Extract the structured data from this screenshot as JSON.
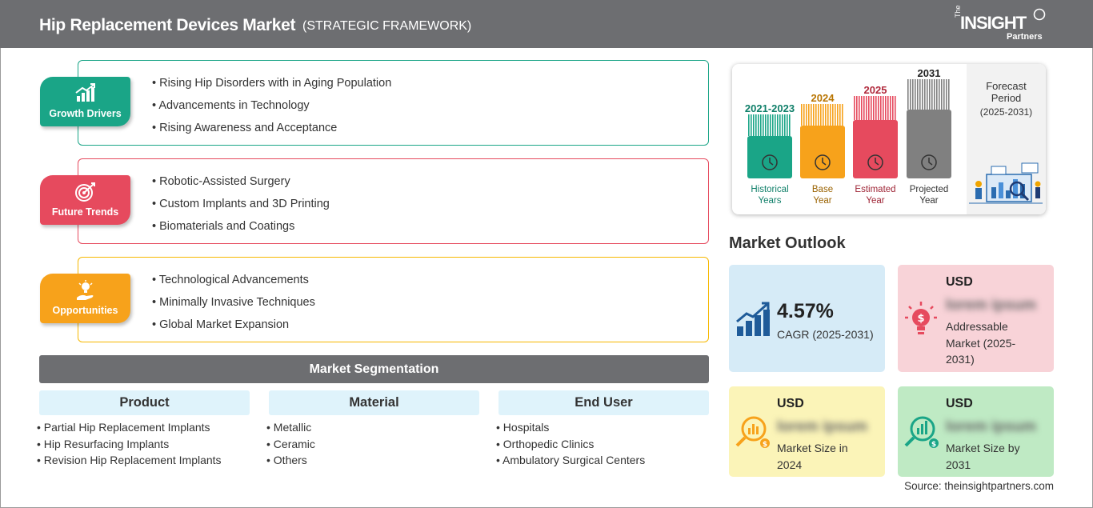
{
  "header": {
    "title": "Hip Replacement Devices Market",
    "subtitle": "(STRATEGIC FRAMEWORK)",
    "logo": {
      "the": "The",
      "insight": "INSIGHT",
      "partners": "Partners"
    }
  },
  "framework": [
    {
      "label": "Growth Drivers",
      "color": "#1aa587",
      "items": [
        "Rising Hip Disorders with in Aging Population",
        "Advancements in Technology",
        "Rising Awareness and Acceptance"
      ]
    },
    {
      "label": "Future Trends",
      "color": "#e64a5e",
      "items": [
        "Robotic-Assisted Surgery",
        "Custom Implants and 3D Printing",
        "Biomaterials and Coatings"
      ]
    },
    {
      "label": "Opportunities",
      "color": "#f7a21b",
      "items": [
        "Technological Advancements",
        "Minimally Invasive Techniques",
        "Global Market Expansion"
      ]
    }
  ],
  "segmentation": {
    "title": "Market Segmentation",
    "columns": [
      {
        "head": "Product",
        "items": [
          "Partial Hip Replacement Implants",
          "Hip Resurfacing Implants",
          "Revision Hip Replacement Implants"
        ]
      },
      {
        "head": "Material",
        "items": [
          "Metallic",
          "Ceramic",
          "Others"
        ]
      },
      {
        "head": "End User",
        "items": [
          "Hospitals",
          "Orthopedic Clinics",
          "Ambulatory Surgical Centers"
        ]
      }
    ]
  },
  "timeline": {
    "bars": [
      {
        "year": "2021-2023",
        "caption": [
          "Historical",
          "Years"
        ],
        "color": "#1aa587",
        "year_color": "#0f7f69",
        "caption_color": "#0f7f69",
        "icon": "history-icon"
      },
      {
        "year": "2024",
        "caption": [
          "Base",
          "Year"
        ],
        "color": "#f7a21b",
        "year_color": "#b87400",
        "caption_color": "#9a6200",
        "icon": "calendar-icon"
      },
      {
        "year": "2025",
        "caption": [
          "Estimated",
          "Year"
        ],
        "color": "#e64a5e",
        "year_color": "#b0283b",
        "caption_color": "#9e2435",
        "icon": "estimate-icon"
      },
      {
        "year": "2031",
        "caption": [
          "Projected",
          "Year"
        ],
        "color": "#808080",
        "year_color": "#222222",
        "caption_color": "#333333",
        "icon": "projection-icon"
      }
    ],
    "forecast": {
      "title": [
        "Forecast",
        "Period"
      ],
      "range": "(2025-2031)"
    }
  },
  "outlook": {
    "title": "Market Outlook",
    "cagr": {
      "value": "4.57%",
      "label": "CAGR (2025-2031)"
    },
    "addressable": {
      "usd": "USD",
      "value": "lorem ipsum",
      "label": [
        "Addressable",
        "Market (2025-",
        "2031)"
      ]
    },
    "size2024": {
      "usd": "USD",
      "value": "lorem ipsum",
      "label": [
        "Market Size in",
        "2024"
      ]
    },
    "size2031": {
      "usd": "USD",
      "value": "lorem ipsum",
      "label": [
        "Market Size by",
        "2031"
      ]
    }
  },
  "source": "Source: theinsightpartners.com"
}
